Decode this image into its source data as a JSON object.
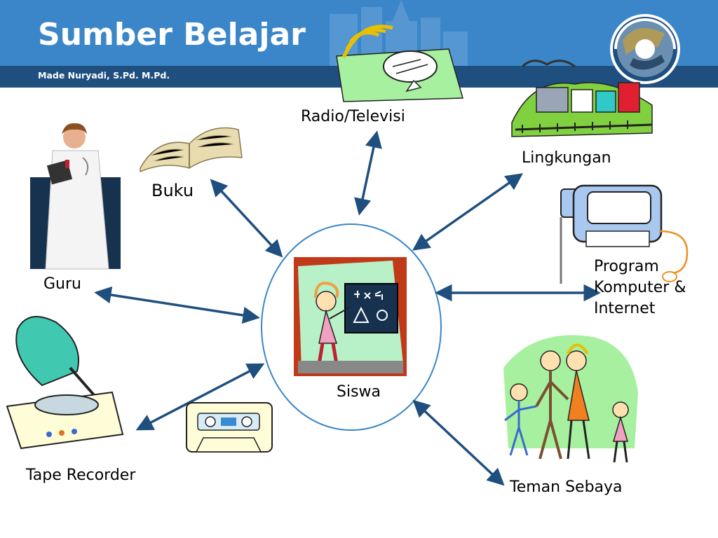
{
  "slide": {
    "title": "Sumber Belajar",
    "author": "Made Nuryadi, S.Pd. M.Pd."
  },
  "center": {
    "label": "Siswa"
  },
  "nodes": {
    "radio_tv": "Radio/Televisi",
    "lingkungan": "Lingkungan",
    "buku": "Buku",
    "guru": "Guru",
    "program_line1": "Program",
    "program_line2": "Komputer &",
    "program_line3": "Internet",
    "tape_recorder": "Tape Recorder",
    "teman_sebaya": "Teman Sebaya"
  },
  "colors": {
    "header_blue": "#3a86c8",
    "header_stripe": "#1f4f7f",
    "arrow": "#1f4f7f",
    "ellipse_stroke": "#3a86c8"
  },
  "icons": [
    "satellite-dish-icon",
    "train-icon",
    "book-icon",
    "teacher-icon",
    "computer-icon",
    "gramophone-icon",
    "cassette-icon",
    "children-icon",
    "student-at-board-icon",
    "globe-logo-icon"
  ]
}
